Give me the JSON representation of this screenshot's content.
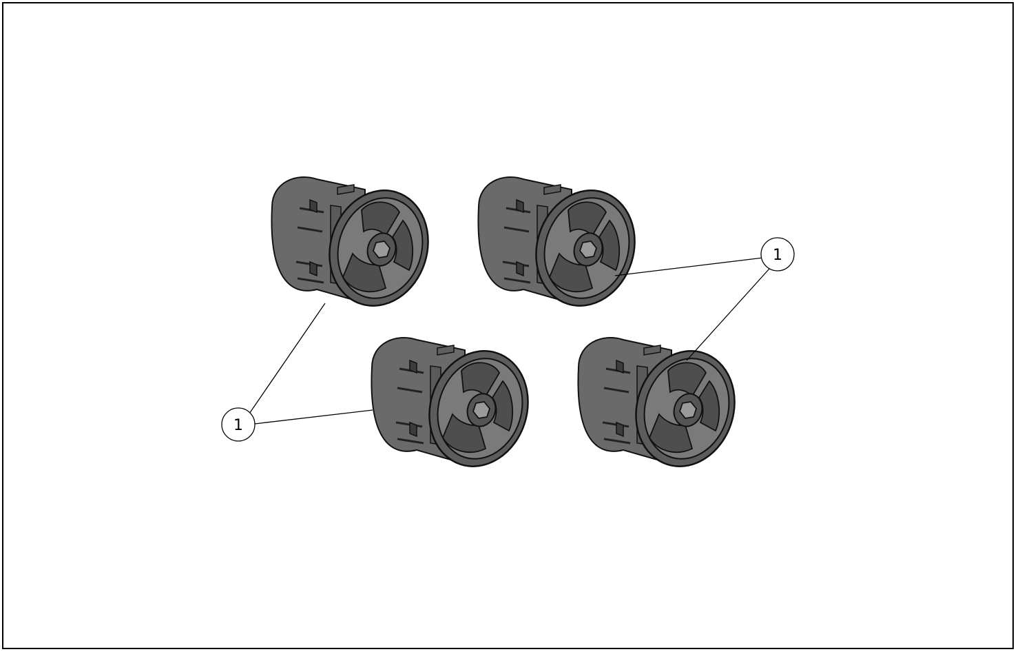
{
  "diagram": {
    "callouts": [
      {
        "id": "left",
        "label": "1"
      },
      {
        "id": "right",
        "label": "1"
      }
    ],
    "parts": [
      {
        "id": "plug-top-left"
      },
      {
        "id": "plug-top-right"
      },
      {
        "id": "plug-bottom-left"
      },
      {
        "id": "plug-bottom-right"
      }
    ],
    "colors": {
      "part_fill": "#6e6e6e",
      "part_face": "#7c7c7c",
      "part_shadow": "#4a4a4a",
      "outline": "#111111"
    }
  }
}
